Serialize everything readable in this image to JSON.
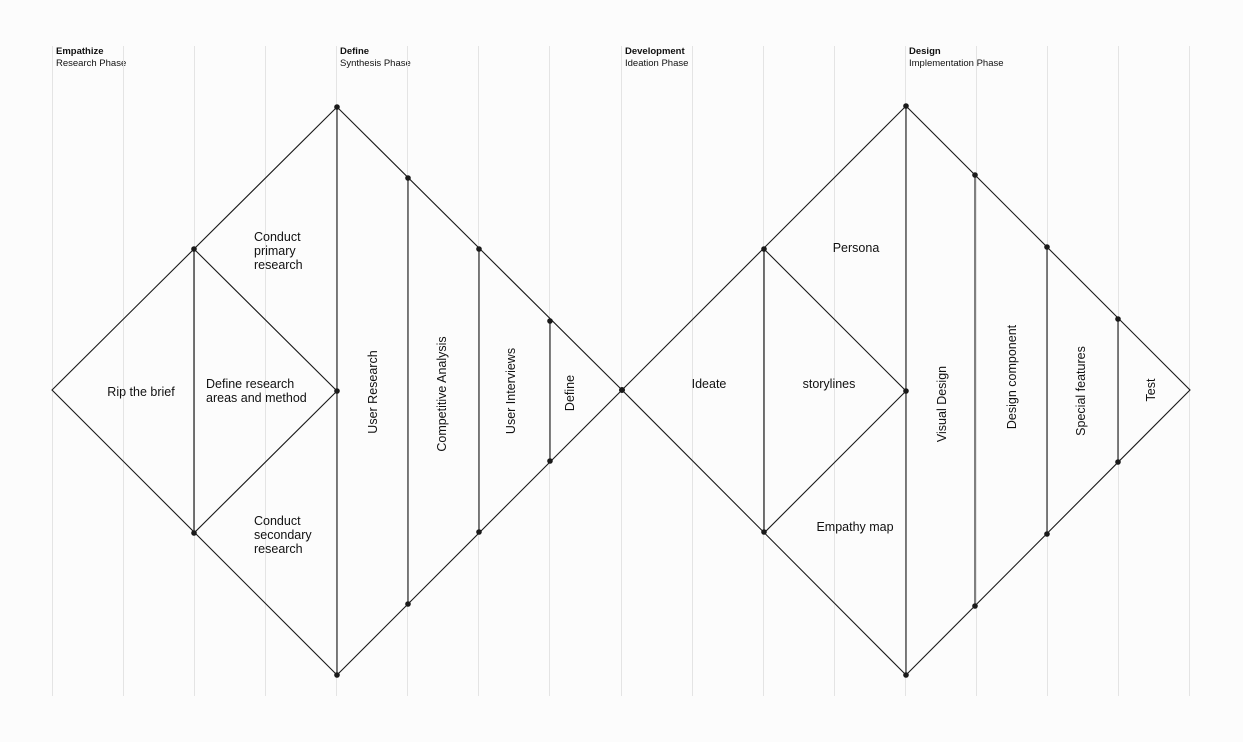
{
  "phases": [
    {
      "title": "Empathize",
      "subtitle": "Research Phase"
    },
    {
      "title": "Define",
      "subtitle": "Synthesis Phase"
    },
    {
      "title": "Development",
      "subtitle": "Ideation Phase"
    },
    {
      "title": "Design",
      "subtitle": "Implementation Phase"
    }
  ],
  "labels": {
    "rip_the_brief": "Rip the brief",
    "conduct_primary_research": [
      "Conduct",
      "primary",
      "research"
    ],
    "define_research_areas": [
      "Define research",
      "areas and method"
    ],
    "conduct_secondary_research": [
      "Conduct",
      "secondary",
      "research"
    ],
    "user_research": "User Research",
    "competitive_analysis": "Competitive Analysis",
    "user_interviews": "User Interviews",
    "define": "Define",
    "ideate": "Ideate",
    "persona": "Persona",
    "storylines": "storylines",
    "empathy_map": "Empathy map",
    "visual_design": "Visual Design",
    "design_component": "Design component",
    "special_features": "Special features",
    "test": "Test"
  },
  "colors": {
    "background": "#fcfcfc",
    "gridline": "#e4e4e4",
    "stroke": "#1a1a1a",
    "dot": "#1a1a1a",
    "text": "#111111"
  }
}
